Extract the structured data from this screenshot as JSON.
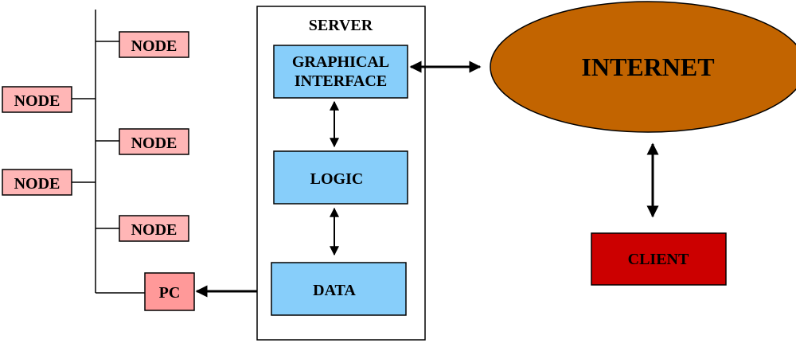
{
  "server": {
    "title": "SERVER",
    "graphical_interface": [
      "GRAPHICAL",
      "INTERFACE"
    ],
    "logic": "LOGIC",
    "data": "DATA"
  },
  "network": {
    "nodes": [
      "NODE",
      "NODE",
      "NODE",
      "NODE",
      "NODE"
    ],
    "pc": "PC"
  },
  "internet": "INTERNET",
  "client": "CLIENT",
  "colors": {
    "node_fill": "#ffb6b6",
    "pc_fill": "#ff9999",
    "server_block_fill": "#87cefa",
    "internet_fill": "#c26400",
    "client_fill": "#cc0000",
    "line": "#000000"
  }
}
